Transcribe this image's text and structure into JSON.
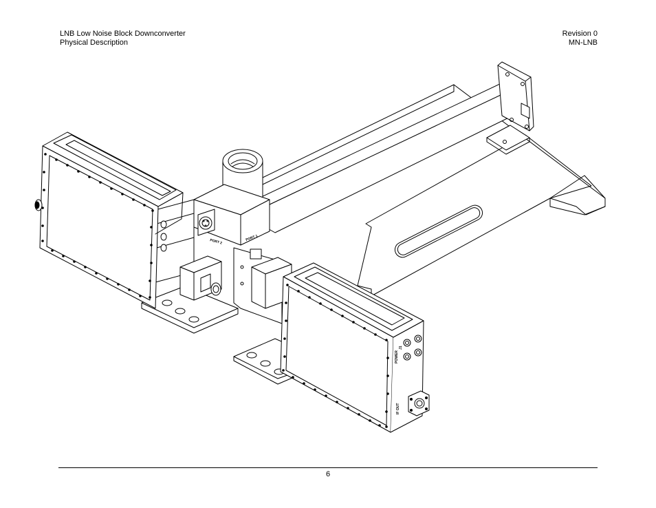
{
  "header": {
    "doc_title": "LNB Low Noise Block Downconverter",
    "section": "Physical Description",
    "revision": "Revision 0",
    "doc_number": "MN-LNB"
  },
  "drawing": {
    "labels": {
      "port2": "PORT 2",
      "port1": "PORT 1",
      "power": "POWER",
      "j1": "J1",
      "if_out": "IF OUT"
    },
    "colors": {
      "line": "#000000",
      "fill": "#ffffff"
    }
  },
  "footer": {
    "page_number": "6"
  }
}
